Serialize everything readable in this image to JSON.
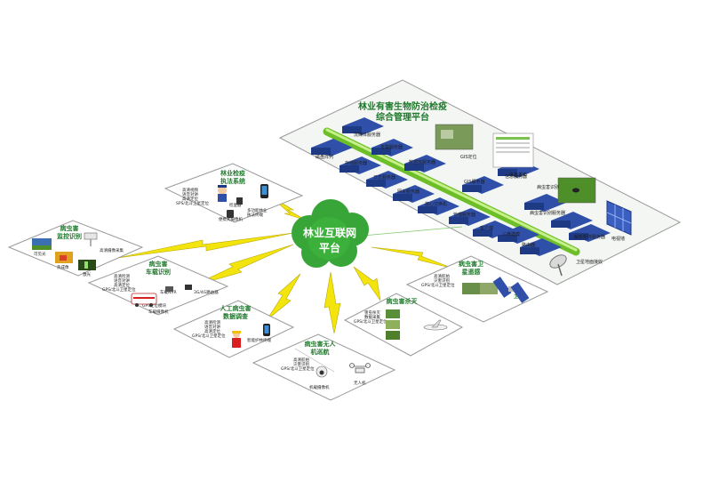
{
  "colors": {
    "accent_green": "#1d7a2a",
    "bolt": "#f4e40e",
    "server": "#2f4fa8",
    "pipe": "#8fdc3a",
    "cloud": "#38a538"
  },
  "cloud": {
    "line1": "林业互联网",
    "line2": "平台"
  },
  "platform": {
    "title1": "林业有害生物防治检疫",
    "title2": "综合管理平台",
    "servers": [
      "流媒体服务器",
      "磁盘阵列",
      "告警服务器",
      "存储服务器",
      "数据库服务器",
      "日志服务器",
      "网关服务器",
      "核心交换机",
      "管理服务器",
      "客户端",
      "三维建模",
      "路由器",
      "卫星地面接收",
      "信息服务器",
      "病虫害识别",
      "病虫害识别服务器",
      "解析矩阵服务器",
      "电视墙"
    ],
    "gis1": "GIS定位",
    "gis2": "GIS服务器",
    "info_publish": "信息发布"
  },
  "panels": {
    "enforcement": {
      "title1": "林业检疫",
      "title2": "执法系统",
      "items": [
        "高清视频",
        "语音对讲",
        "高清定位",
        "SPS/北斗卫星定位",
        "多功能林业",
        "执法终端",
        "检查器",
        "便携式摄像机"
      ]
    },
    "monitor": {
      "title1": "病虫害",
      "title2": "监控识别",
      "items": [
        "高清摄像采集",
        "可见光",
        "热成像",
        "激光"
      ]
    },
    "vehicle": {
      "title1": "病虫害",
      "title2": "车载识别",
      "items": [
        "高清检测",
        "语音对讲",
        "高清定位",
        "GPS/北斗卫星定位",
        "3G/4G路由器",
        "车载NVR",
        "GPS定位模块",
        "车载摄像机"
      ]
    },
    "manual": {
      "title1": "人工病虫害",
      "title2": "数据调查",
      "items": [
        "高清检测",
        "语音对讲",
        "高清定位",
        "GPS/北斗卫星定位",
        "智能护林终端"
      ]
    },
    "drone": {
      "title1": "病虫害无人",
      "title2": "机巡航",
      "items": [
        "高清航拍",
        "灾害识别",
        "GPS/北斗卫星定位",
        "机载摄像机",
        "无人机"
      ]
    },
    "kill": {
      "title": "病虫害杀灭",
      "items": [
        "害虫杀灭",
        "数据采集",
        "GPS/北斗卫星定位"
      ]
    },
    "satellite": {
      "title1": "病虫害卫",
      "title2": "星遥感",
      "items": [
        "高清航拍",
        "灾害识别",
        "GPS/北斗卫星定位",
        "卫星"
      ]
    }
  }
}
